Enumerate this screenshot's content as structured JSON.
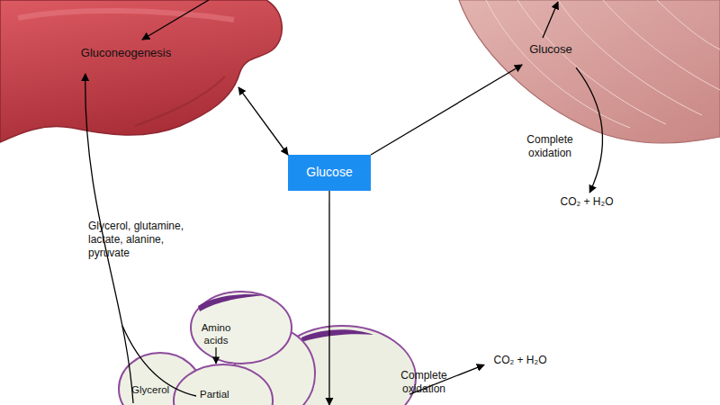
{
  "diagram": {
    "nodes": [
      {
        "text": [
          "Gluconeogenesis"
        ]
      },
      {
        "text": [
          "Glucose"
        ]
      },
      {
        "text": [
          "Glucose"
        ]
      },
      {
        "text": [
          "CO₂ + H₂O"
        ]
      },
      {
        "text": [
          "Amino acids",
          "Glycerol",
          "Partial"
        ]
      },
      {
        "text": [
          "CO₂ + H₂O"
        ]
      }
    ],
    "edges": [
      {
        "from": 0,
        "to": 2,
        "arrow": "both"
      },
      {
        "from": 2,
        "to": 1,
        "arrow": "to"
      },
      {
        "from": 1,
        "to": 3,
        "label": "Complete oxidation",
        "arrow": "to"
      },
      {
        "from": 4,
        "to": 0,
        "label": "Glycerol, glutamine, lactate, alanine, pyruvate",
        "arrow": "to"
      },
      {
        "from": 2,
        "to": 4,
        "arrow": "to"
      },
      {
        "from": 4,
        "to": 5,
        "label": "Complete oxidation",
        "arrow": "to"
      }
    ]
  }
}
